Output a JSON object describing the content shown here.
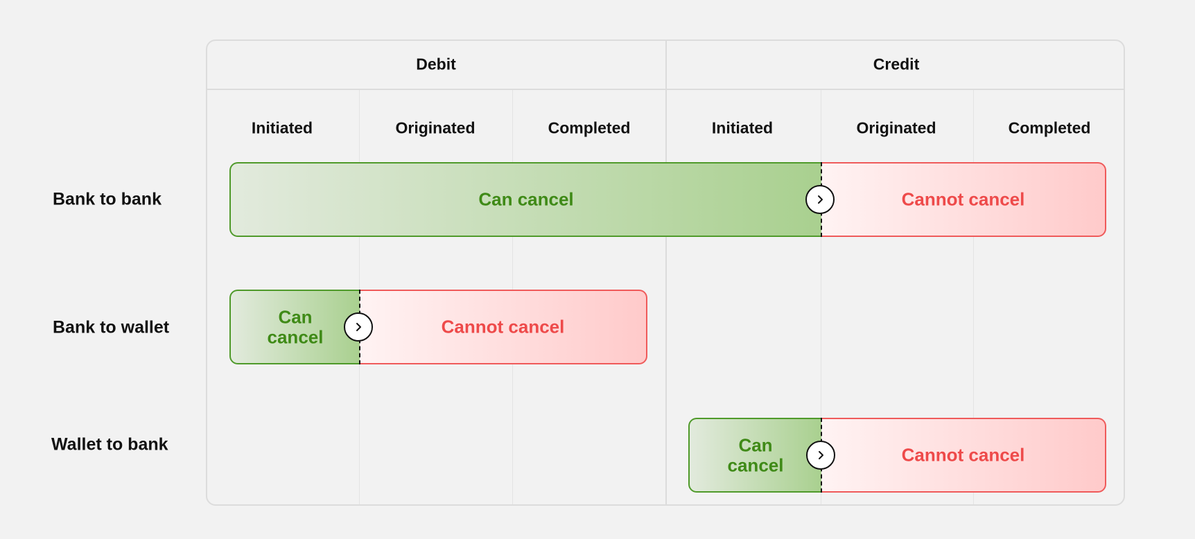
{
  "groups": [
    "Debit",
    "Credit"
  ],
  "stages": [
    "Initiated",
    "Originated",
    "Completed",
    "Initiated",
    "Originated",
    "Completed"
  ],
  "rows": [
    {
      "label": "Bank to bank",
      "can_cancel": "Can cancel",
      "cannot_cancel": "Cannot cancel"
    },
    {
      "label": "Bank to wallet",
      "can_cancel": "Can cancel",
      "cannot_cancel": "Cannot cancel"
    },
    {
      "label": "Wallet to bank",
      "can_cancel": "Can cancel",
      "cannot_cancel": "Cannot cancel"
    }
  ],
  "colors": {
    "can_cancel_text": "#3f8a17",
    "can_cancel_border": "#4f9a2a",
    "cannot_cancel_text": "#ee4a4a",
    "cannot_cancel_border": "#ef5a5a",
    "grid_line": "#dcdcdc"
  },
  "icons": {
    "transition": "chevron-right-icon"
  }
}
